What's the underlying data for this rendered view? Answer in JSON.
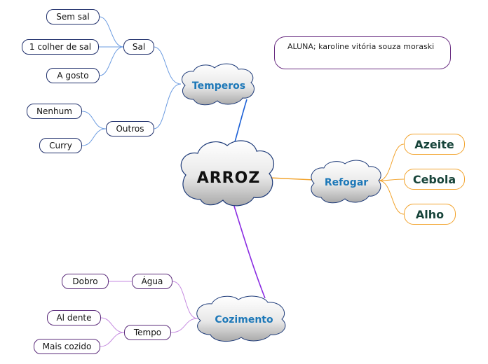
{
  "central": {
    "label": "ARROZ"
  },
  "note": {
    "text": "ALUNA; karoline vitória souza moraski"
  },
  "temperos": {
    "label": "Temperos",
    "sal": {
      "label": "Sal",
      "children": [
        "Sem sal",
        "1 colher de sal",
        "A gosto"
      ]
    },
    "outros": {
      "label": "Outros",
      "children": [
        "Nenhum",
        "Curry"
      ]
    }
  },
  "refogar": {
    "label": "Refogar",
    "children": [
      "Azeite",
      "Cebola",
      "Alho"
    ]
  },
  "cozimento": {
    "label": "Cozimento",
    "agua": {
      "label": "Água",
      "children": [
        "Dobro"
      ]
    },
    "tempo": {
      "label": "Tempo",
      "children": [
        "Al dente",
        "Mais cozido"
      ]
    }
  },
  "colors": {
    "temperos_branch": "#1a5fd6",
    "temperos_sub": "#6b9be0",
    "refogar_branch": "#f2a32c",
    "cozimento_branch": "#8a2be2",
    "cozimento_sub": "#c58ae0",
    "topic_text": "#1d78b8",
    "refogar_leaf_text": "#17443a"
  }
}
